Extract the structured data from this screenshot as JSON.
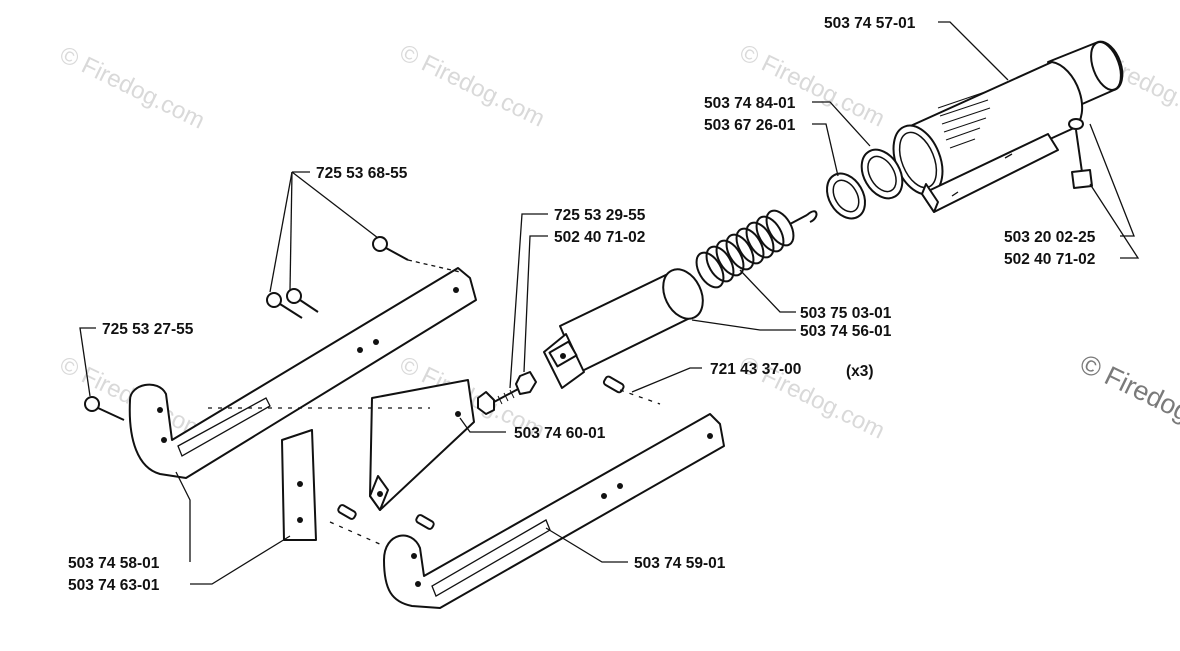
{
  "watermark": {
    "text": "© Firedog.com",
    "text_cropped": "© Firedog"
  },
  "parts": [
    {
      "id": "p1",
      "number": "503 74 57-01"
    },
    {
      "id": "p2",
      "number": "503 74 84-01"
    },
    {
      "id": "p3",
      "number": "503 67 26-01"
    },
    {
      "id": "p4",
      "number": "725 53 68-55"
    },
    {
      "id": "p5",
      "number": "725 53 29-55"
    },
    {
      "id": "p6",
      "number": "502 40 71-02"
    },
    {
      "id": "p7",
      "number": "503 20 02-25"
    },
    {
      "id": "p8",
      "number": "502 40 71-02"
    },
    {
      "id": "p9",
      "number": "725 53 27-55"
    },
    {
      "id": "p10",
      "number": "503 75 03-01"
    },
    {
      "id": "p11",
      "number": "503 74 56-01"
    },
    {
      "id": "p12",
      "number": "721 43 37-00"
    },
    {
      "id": "p13",
      "number": "503 74 60-01"
    },
    {
      "id": "p14",
      "number": "503 74 58-01"
    },
    {
      "id": "p15",
      "number": "503 74 63-01"
    },
    {
      "id": "p16",
      "number": "503 74 59-01"
    }
  ],
  "quantity_note": "(x3)"
}
